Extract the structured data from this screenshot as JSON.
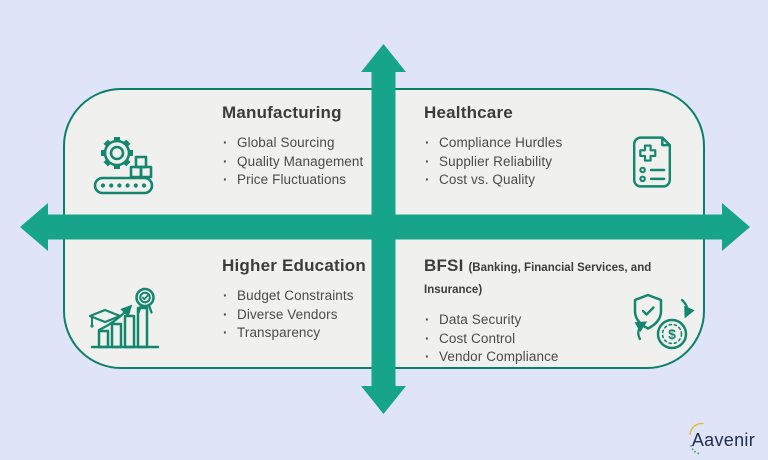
{
  "colors": {
    "page_bg": "#dfe4f8",
    "card_bg": "#f0f1ef",
    "card_border": "#0b8068",
    "arrow_green": "#16a58b",
    "icon_green": "#14866d",
    "heading_text": "#3c3c3c",
    "body_text": "#4a4a4a",
    "logo_navy": "#232d50",
    "logo_arc_yellow": "#e5b93c",
    "logo_dot_green": "#3fae74"
  },
  "quadrants": [
    {
      "id": "manufacturing",
      "title": "Manufacturing",
      "icon": "manufacturing-conveyor-gear-icon",
      "items": [
        "Global Sourcing",
        "Quality Management",
        "Price Fluctuations"
      ]
    },
    {
      "id": "healthcare",
      "title": "Healthcare",
      "icon": "medical-report-icon",
      "items": [
        "Compliance Hurdles",
        "Supplier Reliability",
        "Cost vs. Quality"
      ]
    },
    {
      "id": "higher-education",
      "title": "Higher Education",
      "icon": "education-growth-chart-icon",
      "items": [
        "Budget Constraints",
        "Diverse Vendors",
        "Transparency"
      ]
    },
    {
      "id": "bfsi",
      "title": "BFSI",
      "title_suffix": "(Banking, Financial Services, and Insurance)",
      "icon": "shield-coin-exchange-icon",
      "items": [
        "Data Security",
        "Cost Control",
        "Vendor Compliance"
      ]
    }
  ],
  "logo": {
    "brand": "Aavenir"
  }
}
